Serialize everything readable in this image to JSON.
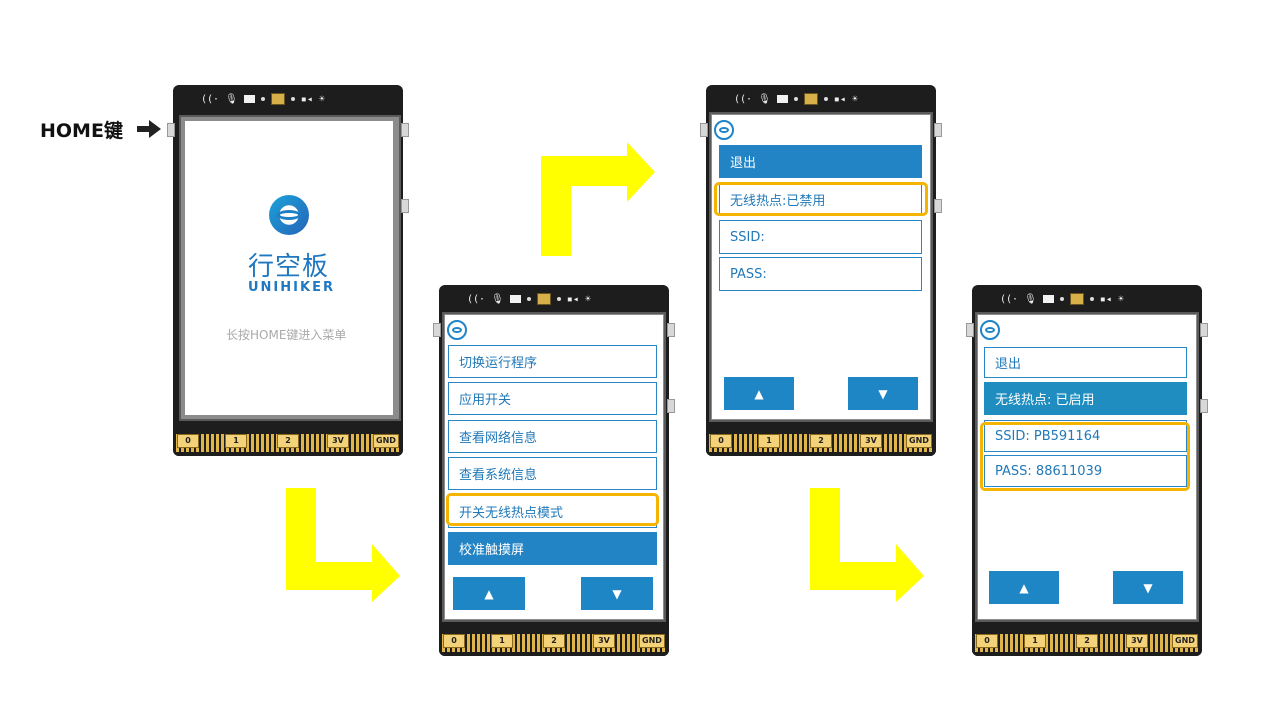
{
  "home_key_label": "HOME键",
  "board_pins": [
    "0",
    "1",
    "2",
    "3V",
    "GND"
  ],
  "splash": {
    "brand_cn": "行空板",
    "brand_en": "UNIHIKER",
    "hint": "长按HOME键进入菜单"
  },
  "menu": {
    "items": [
      "切换运行程序",
      "应用开关",
      "查看网络信息",
      "查看系统信息",
      "开关无线热点模式",
      "校准触摸屏"
    ],
    "highlighted_index": 4,
    "selected_index": 5
  },
  "hotspot_off": {
    "exit": "退出",
    "status": "无线热点:已禁用",
    "ssid": "SSID:",
    "pass": "PASS:"
  },
  "hotspot_on": {
    "exit": "退出",
    "status": "无线热点: 已启用",
    "ssid": "SSID: PB591164",
    "pass": "PASS: 88611039"
  },
  "nav": {
    "up": "▲",
    "down": "▼"
  },
  "colors": {
    "accent": "#2284c4",
    "highlight": "#f5b400",
    "arrow": "#ffff00"
  }
}
